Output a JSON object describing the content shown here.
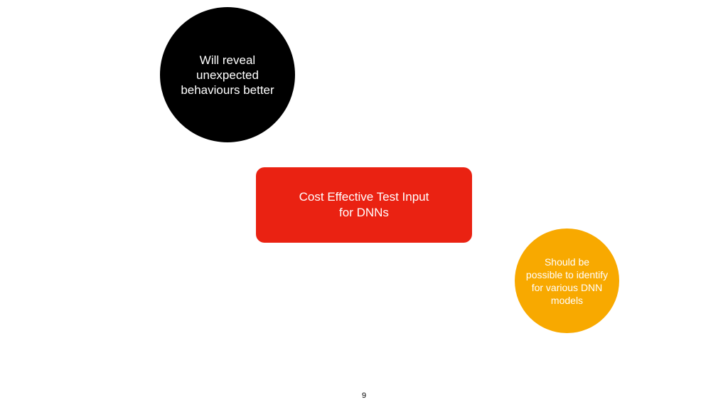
{
  "colors": {
    "background": "#ffffff",
    "black_node": "#000000",
    "red_node": "#ea2212",
    "yellow_node": "#f8a900",
    "text_on_node": "#ffffff"
  },
  "nodes": {
    "reveal": {
      "text": "Will reveal\nunexpected\nbehaviours better"
    },
    "center": {
      "text": "Cost Effective Test Input\nfor DNNs"
    },
    "identify": {
      "text": "Should be\npossible to identify\nfor various DNN\nmodels"
    }
  },
  "page_number": "9"
}
